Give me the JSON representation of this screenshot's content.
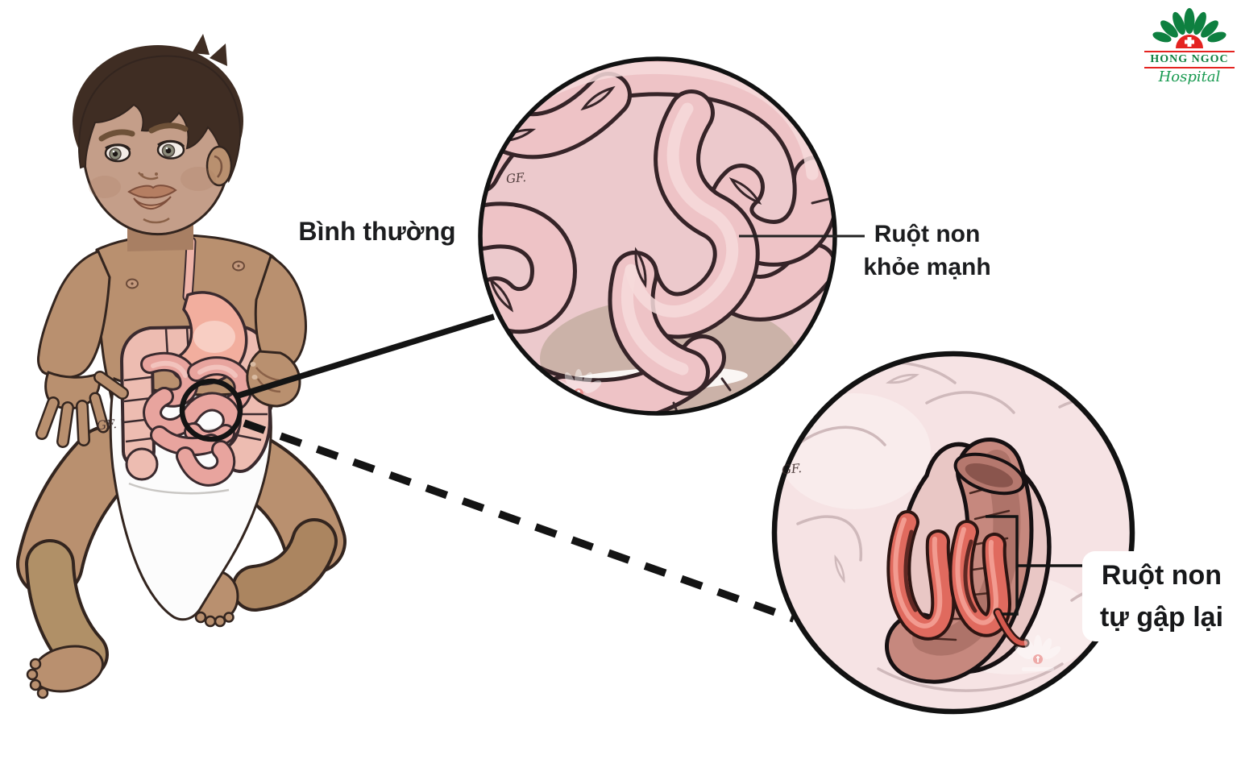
{
  "labels": {
    "normal": "Bình thường",
    "healthy_line1": "Ruột non",
    "healthy_line2": "khỏe mạnh",
    "folded_line1": "Ruột non",
    "folded_line2": "tự gập lại"
  },
  "logo": {
    "name": "HONG NGOC",
    "subtitle": "Hospital"
  },
  "artist_signature": "GF.",
  "icons": {
    "logo-emblem": "green lotus fan over red sun with white cross",
    "watermark": "faint white lotus hospital watermark"
  },
  "colors": {
    "background": "#ffffff",
    "annotation_black": "#141414",
    "label_text": "#1c1d1f",
    "intestine_pink": "#eec3c6",
    "intestine_outline": "#362428",
    "pale_intestine_bg": "#f6e3e4",
    "folded_loop_red": "#e06a5e",
    "folded_tube_brown": "#c6887e",
    "baby_skin": "#b9906f",
    "baby_hair": "#3f2d23",
    "diaper_white": "#fcfcfc",
    "logo_green": "#0e8040",
    "logo_red": "#e42320"
  }
}
